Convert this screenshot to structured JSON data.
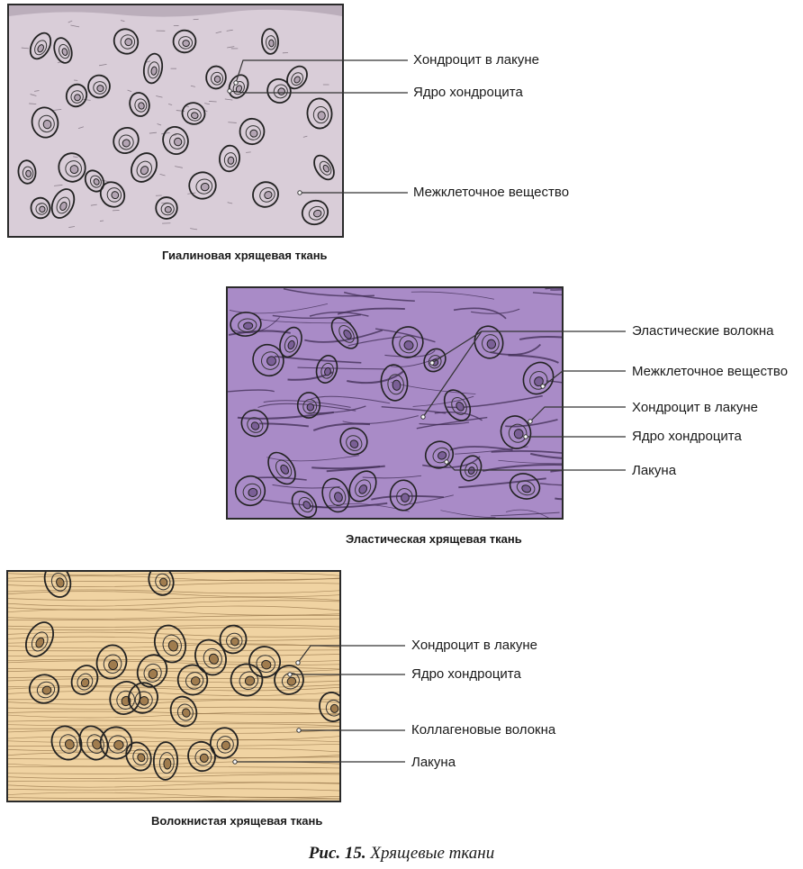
{
  "panels": {
    "hyaline": {
      "caption": "Гиалиновая хрящевая ткань",
      "fill_color": "#d9cdd8",
      "labels": [
        "Хондроцит в лакуне",
        "Ядро хондроцита",
        "Межклеточное вещество"
      ]
    },
    "elastic": {
      "caption": "Эластическая хрящевая ткань",
      "fill_color": "#a98bc7",
      "labels": [
        "Эластические волокна",
        "Межклеточное вещество",
        "Хондроцит в лакуне",
        "Ядро хондроцита",
        "Лакуна"
      ]
    },
    "fibrous": {
      "caption": "Волокнистая хрящевая ткань",
      "fill_color": "#f0d3a2",
      "labels": [
        "Хондроцит в лакуне",
        "Ядро хондроцита",
        "Коллагеновые волокна",
        "Лакуна"
      ]
    }
  },
  "figure": {
    "number": "Рис. 15.",
    "title": "Хрящевые ткани"
  }
}
